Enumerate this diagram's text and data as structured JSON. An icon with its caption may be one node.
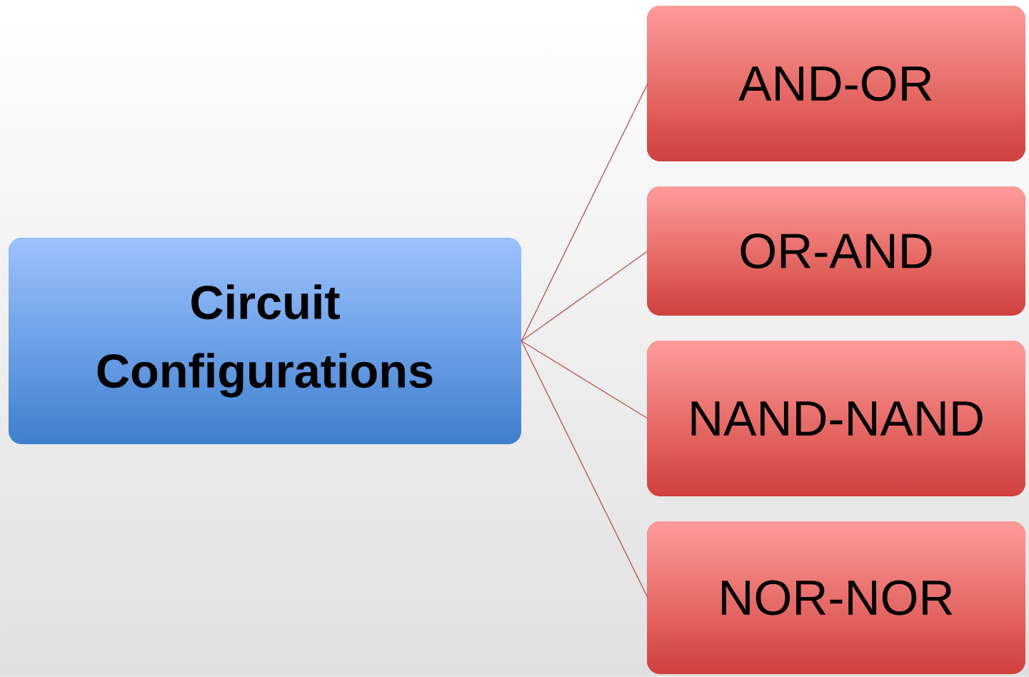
{
  "diagram": {
    "nodes": [
      {
        "text": [
          "Circuit Configurations"
        ]
      },
      {
        "text": [
          "AND-OR"
        ]
      },
      {
        "text": [
          "OR-AND"
        ]
      },
      {
        "text": [
          "NAND-NAND"
        ]
      },
      {
        "text": [
          "NOR-NOR"
        ]
      }
    ],
    "edges": [
      {
        "from": 0,
        "to": 1,
        "arrow": "none"
      },
      {
        "from": 0,
        "to": 2,
        "arrow": "none"
      },
      {
        "from": 0,
        "to": 3,
        "arrow": "none"
      },
      {
        "from": 0,
        "to": 4,
        "arrow": "none"
      }
    ]
  }
}
